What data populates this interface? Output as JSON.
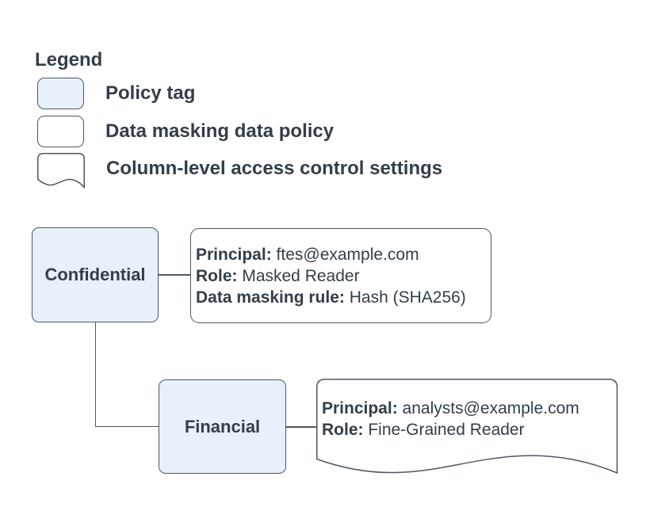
{
  "legend": {
    "title": "Legend",
    "items": [
      {
        "id": "policy-tag",
        "label": "Policy tag"
      },
      {
        "id": "data-masking-data-policy",
        "label": "Data masking data policy"
      },
      {
        "id": "column-level-access-control-settings",
        "label": "Column-level access control settings"
      }
    ]
  },
  "nodes": {
    "confidential": {
      "label": "Confidential"
    },
    "financial": {
      "label": "Financial"
    }
  },
  "data_masking_policy_card": {
    "lines": [
      {
        "key": "Principal:",
        "value": " ftes@example.com"
      },
      {
        "key": "Role:",
        "value": " Masked Reader"
      },
      {
        "key": "Data masking rule:",
        "value": " Hash (SHA256)"
      }
    ]
  },
  "column_access_card": {
    "lines": [
      {
        "key": "Principal:",
        "value": " analysts@example.com"
      },
      {
        "key": "Role:",
        "value": " Fine-Grained Reader"
      }
    ]
  },
  "colors": {
    "policy_tag_fill": "#e8f0fb",
    "card_fill": "#ffffff",
    "stroke": "#4d5763",
    "text": "#333e4a"
  }
}
